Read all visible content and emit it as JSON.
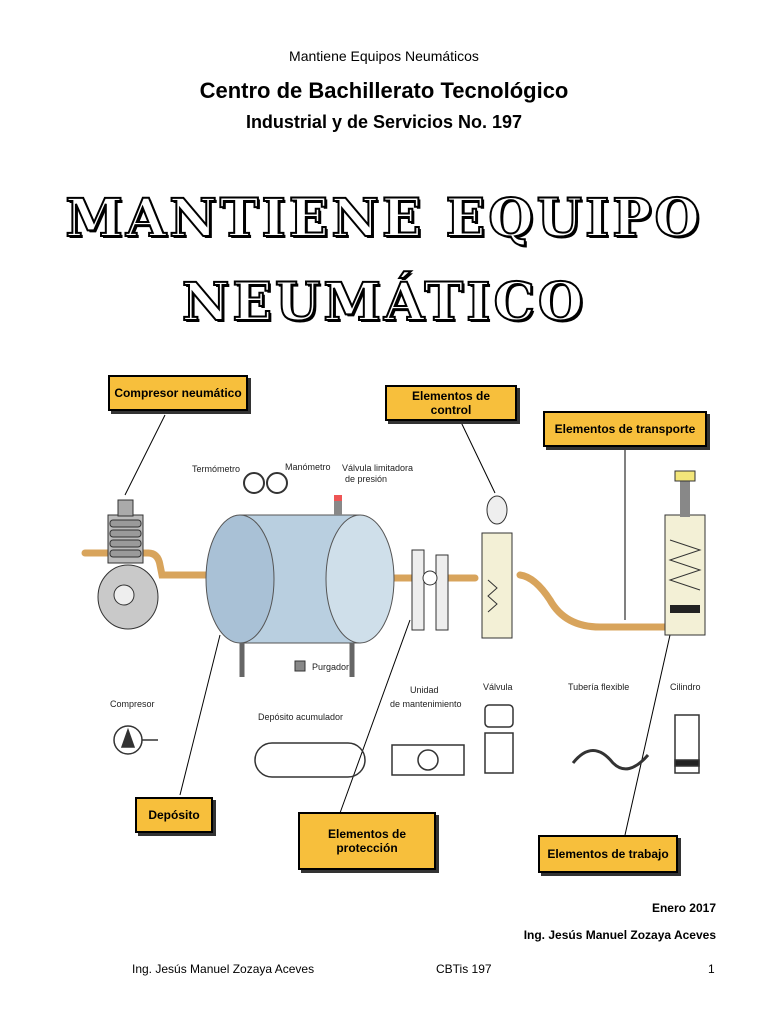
{
  "header": {
    "running_title": "Mantiene Equipos Neumáticos",
    "school_name": "Centro de Bachillerato Tecnológico",
    "school_sub": "Industrial y de Servicios No. 197"
  },
  "title": {
    "line1": "MANTIENE EQUIPO",
    "line2": "NEUMÁTICO"
  },
  "diagram": {
    "labels": {
      "compresor": "Compresor neumático",
      "control": "Elementos de control",
      "transporte": "Elementos de transporte",
      "deposito": "Depósito",
      "proteccion_1": "Elementos de",
      "proteccion_2": "protección",
      "trabajo": "Elementos de trabajo"
    },
    "small": {
      "termometro": "Termómetro",
      "manometro": "Manómetro",
      "valvula_lim_1": "Válvula limitadora",
      "valvula_lim_2": "de presión",
      "purgador": "Purgador",
      "compresor": "Compresor",
      "deposito_acum": "Depósito acumulador",
      "unidad_1": "Unidad",
      "unidad_2": "de mantenimiento",
      "valvula": "Válvula",
      "tuberia": "Tubería flexible",
      "cilindro": "Cilindro"
    },
    "colors": {
      "label_bg": "#f7bf3c",
      "pipe": "#d8a45c",
      "tank": "#b9cfe0"
    }
  },
  "footer": {
    "date": "Enero 2017",
    "author": "Ing. Jesús Manuel Zozaya Aceves",
    "bar_left": "Ing. Jesús Manuel Zozaya Aceves",
    "bar_center": "CBTis 197",
    "page": "1"
  }
}
